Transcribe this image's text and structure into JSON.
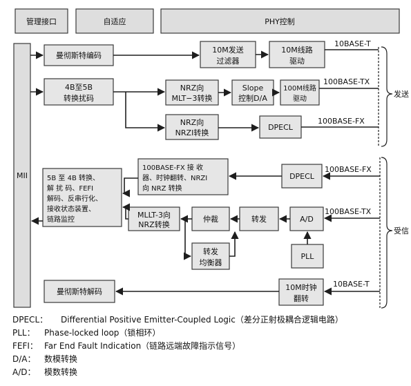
{
  "top_row": {
    "mgmt": "管理接口",
    "adapt": "自适应",
    "phy": "PHY控制"
  },
  "mii": "MII",
  "tx_section": {
    "manchester_enc": "曼彻斯特编码",
    "filter": [
      "10M发送",
      "过滤器"
    ],
    "drive10": [
      "10M线路",
      "驱动"
    ],
    "out_10baset": "10BASE-T",
    "enc4b5b": [
      "4B至5B",
      "转换扰码"
    ],
    "nrz_mlt3": [
      "NRZ向",
      "MLT−3转换"
    ],
    "slope": [
      "Slope",
      "控制D/A"
    ],
    "drive100": [
      "100M线路",
      "驱动"
    ],
    "out_100basetx": "100BASE-TX",
    "nrz_nrzi": [
      "NRZ向",
      "NRZI转换"
    ],
    "dpecl_tx": "DPECL",
    "out_100basefx": "100BASE-FX",
    "group_label": "发送"
  },
  "rx_section": {
    "in_100basefx": "100BASE-FX",
    "dpecl_rx": "DPECL",
    "fx_recv": [
      "100BASE-FX 接  收",
      "器、时钟翻转、NRZI",
      "向 NRZ 转换"
    ],
    "dec5b4b": [
      "5B 至 4B 转换、",
      "解 扰 码、FEFI",
      "解码、反串行化、",
      "接收状态装置、",
      "链路监控"
    ],
    "mlt3_nrz": [
      "MLLT-3向",
      "NRZ转换"
    ],
    "arbiter": "仲裁",
    "forward": "转发",
    "ad": "A/D",
    "in_100basetx": "100BASE-TX",
    "equalizer": [
      "转发",
      "均衡器"
    ],
    "pll": "PLL",
    "manchester_dec": "曼彻斯特解码",
    "clk10": [
      "10M时钟",
      "翻转"
    ],
    "in_10baset": "10BASE-T",
    "group_label": "受信"
  },
  "legend": [
    {
      "abbr": "DPECL：",
      "text": "Differential Positive Emitter-Coupled Logic（差分正射极耦合逻辑电路）"
    },
    {
      "abbr": "PLL：",
      "text": "Phase-locked loop（锁相环）"
    },
    {
      "abbr": "FEFI：",
      "text": "Far End Fault Indication（链路远端故障指示信号）"
    },
    {
      "abbr": "D/A：",
      "text": "数模转换"
    },
    {
      "abbr": "A/D：",
      "text": "模数转换"
    }
  ]
}
